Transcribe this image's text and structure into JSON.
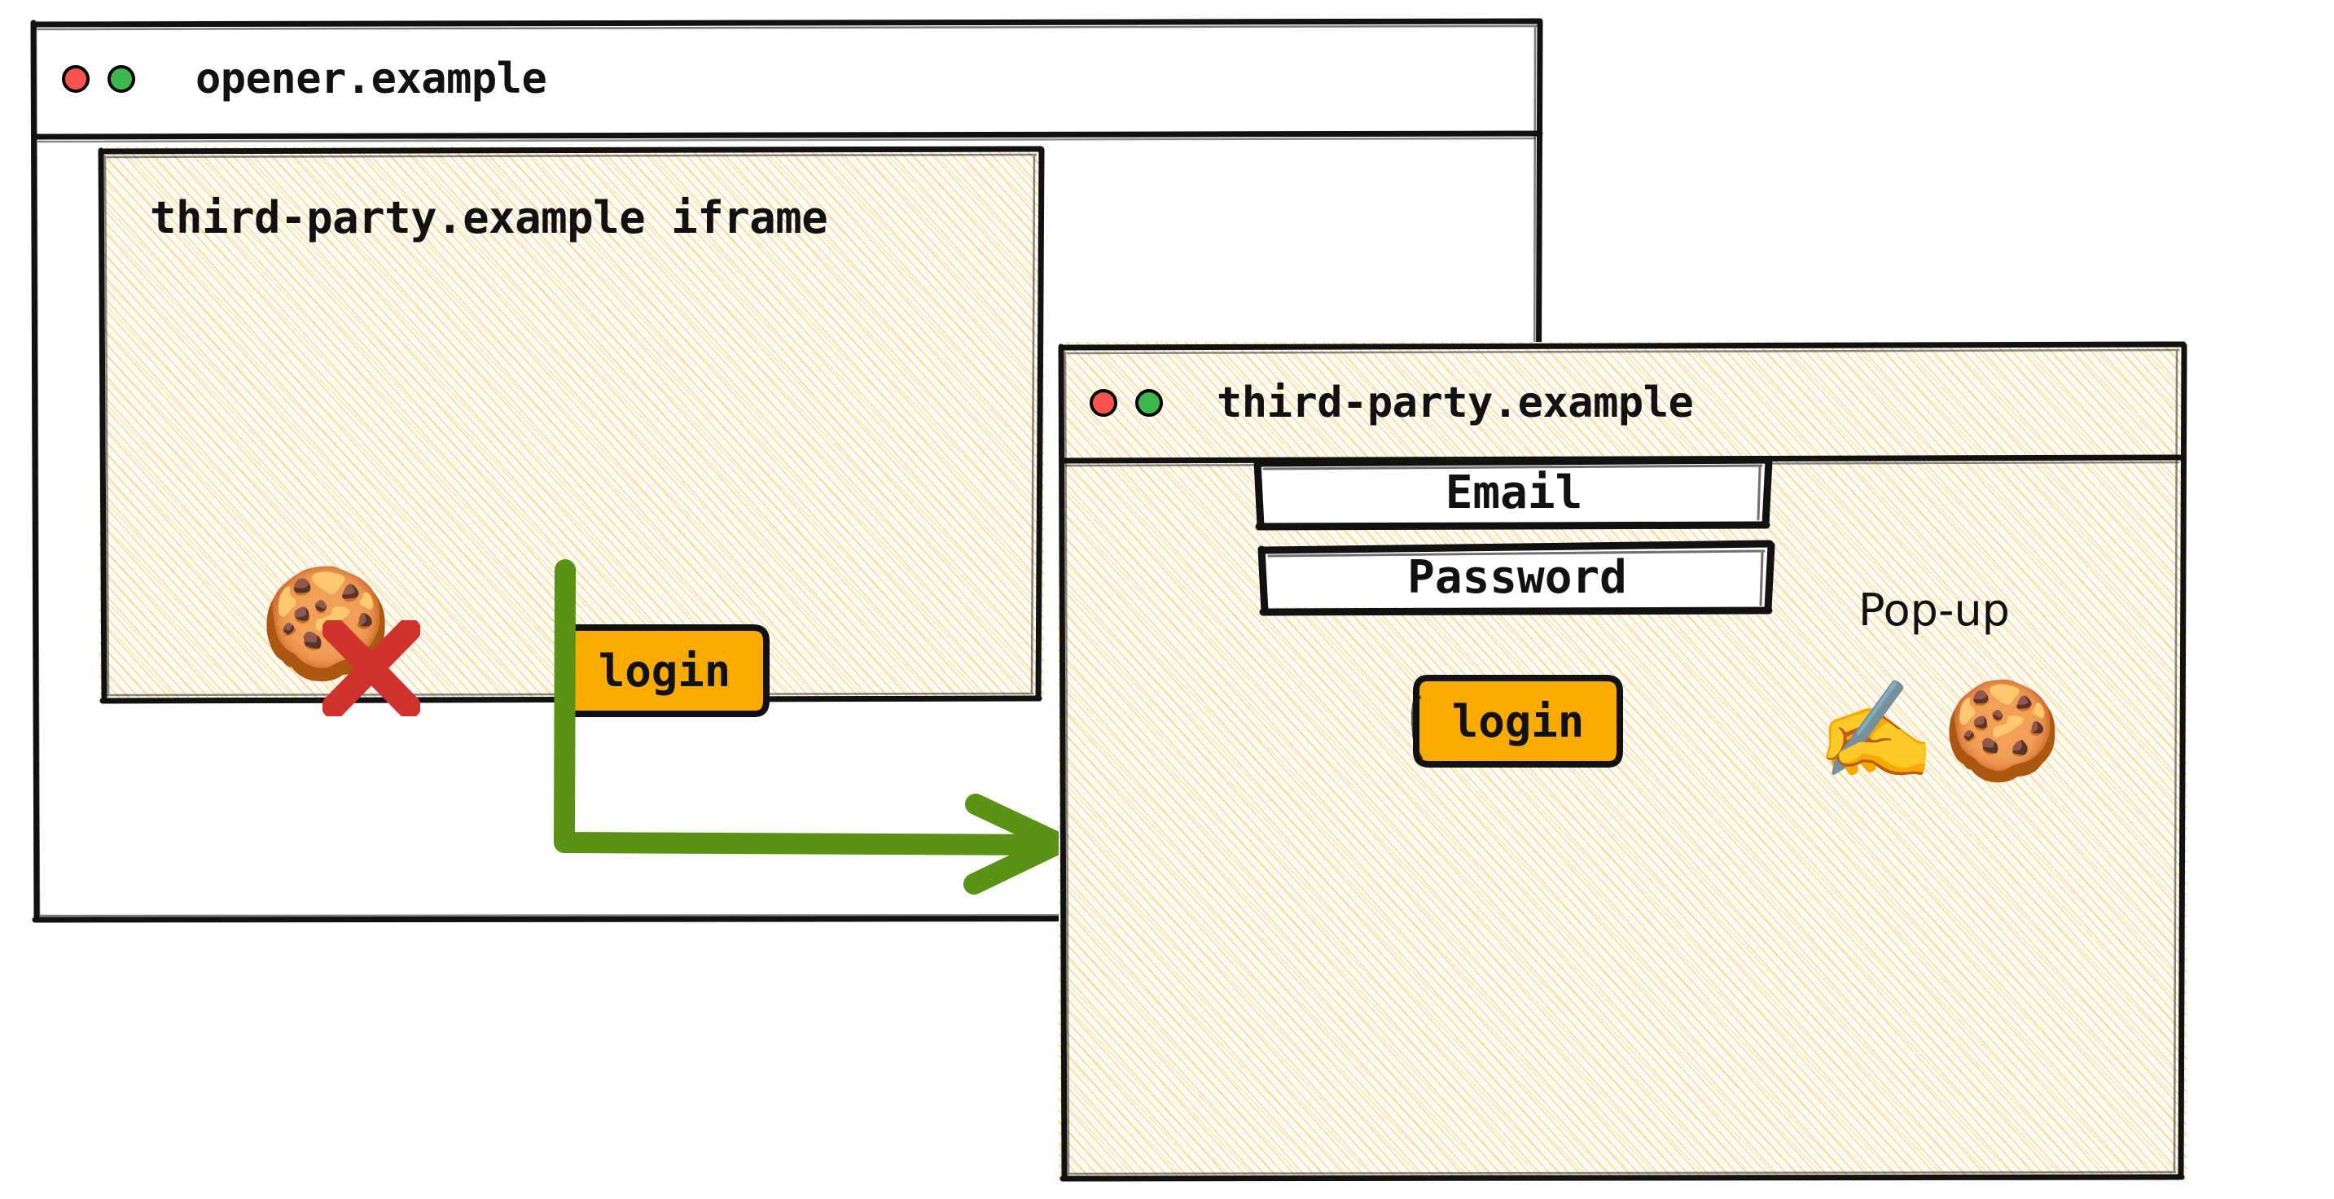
{
  "colors": {
    "accent_button": "#f9ab00",
    "arrow_green": "#5a9216",
    "dot_red": "#f9534f",
    "dot_green": "#3eb74e",
    "cross_red": "#d32f2f",
    "hatch_fill": "#fdfbf4",
    "hatch_line": "#f3bf5c",
    "ink": "#111111"
  },
  "opener_window": {
    "title": "opener.example",
    "traffic_lights": {
      "close_label": "close-dot",
      "maximize_label": "maximize-dot"
    },
    "iframe": {
      "title": "third-party.example iframe",
      "blocked_cookie_icon": "cookie-icon",
      "blocked_marker_icon": "red-cross-icon",
      "login_label": "login"
    }
  },
  "popup_window": {
    "title": "third-party.example",
    "traffic_lights": {
      "close_label": "close-dot",
      "maximize_label": "maximize-dot"
    },
    "annotation": "Pop-up",
    "form": {
      "email_label": "Email",
      "password_label": "Password",
      "login_label": "login"
    },
    "icons": {
      "writing_hand": "writing-hand-icon",
      "cookie": "cookie-icon"
    }
  },
  "flow": {
    "arrow_label": "login-opens-popup-arrow"
  }
}
